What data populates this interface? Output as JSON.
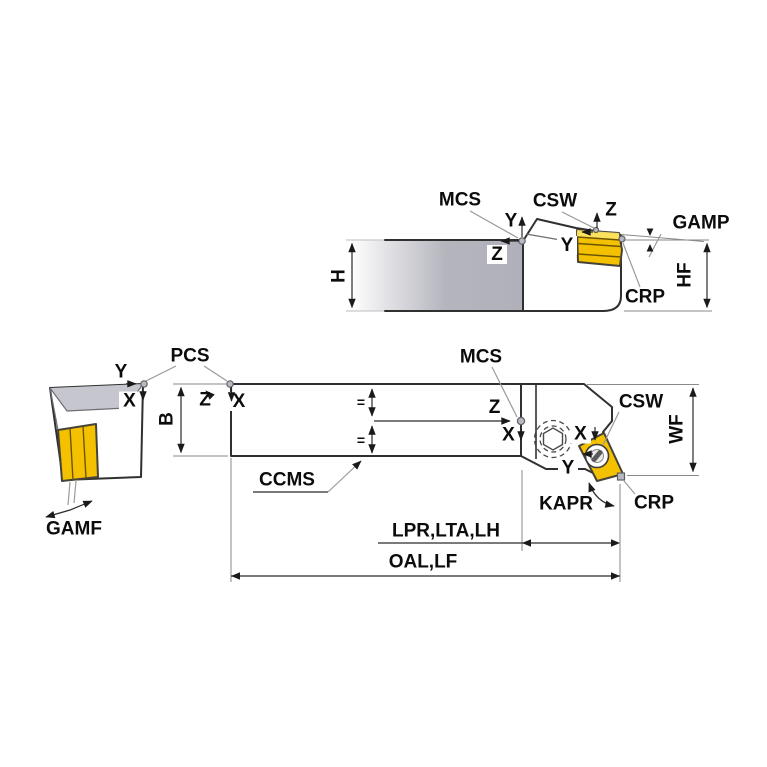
{
  "figure": {
    "type": "technical-diagram",
    "description": "Turning tool holder dimension drawing with side view, end view and plan view",
    "colors": {
      "insert": "#F3C100",
      "body": "#B5B5BE",
      "body_light": "#C6C6CE",
      "outline": "#303030",
      "text": "#0C0C0C"
    },
    "side_view": {
      "labels": {
        "mcs": "MCS",
        "csw": "CSW",
        "gamp": "GAMP",
        "crp": "CRP",
        "height": "H",
        "functional_height": "HF",
        "y_axis": "Y",
        "z_axis": "Z",
        "insert_y_axis": "Y",
        "insert_z_axis": "Z"
      }
    },
    "end_view": {
      "labels": {
        "pcs": "PCS",
        "y_axis": "Y",
        "x_axis": "X",
        "gamf": "GAMF"
      }
    },
    "plan_view": {
      "labels": {
        "mcs": "MCS",
        "csw": "CSW",
        "crp": "CRP",
        "kapr": "KAPR",
        "ccms": "CCMS",
        "shank_width": "B",
        "functional_width": "WF",
        "z_at_pcs": "Z",
        "x_at_pcs": "X",
        "z_at_mcs": "Z",
        "x_at_mcs": "X",
        "x_at_insert": "X",
        "y_at_insert": "Y",
        "equal_upper": "=",
        "equal_lower": "=",
        "head_length": "LPR,LTA,LH",
        "overall_length": "OAL,LF"
      }
    }
  }
}
